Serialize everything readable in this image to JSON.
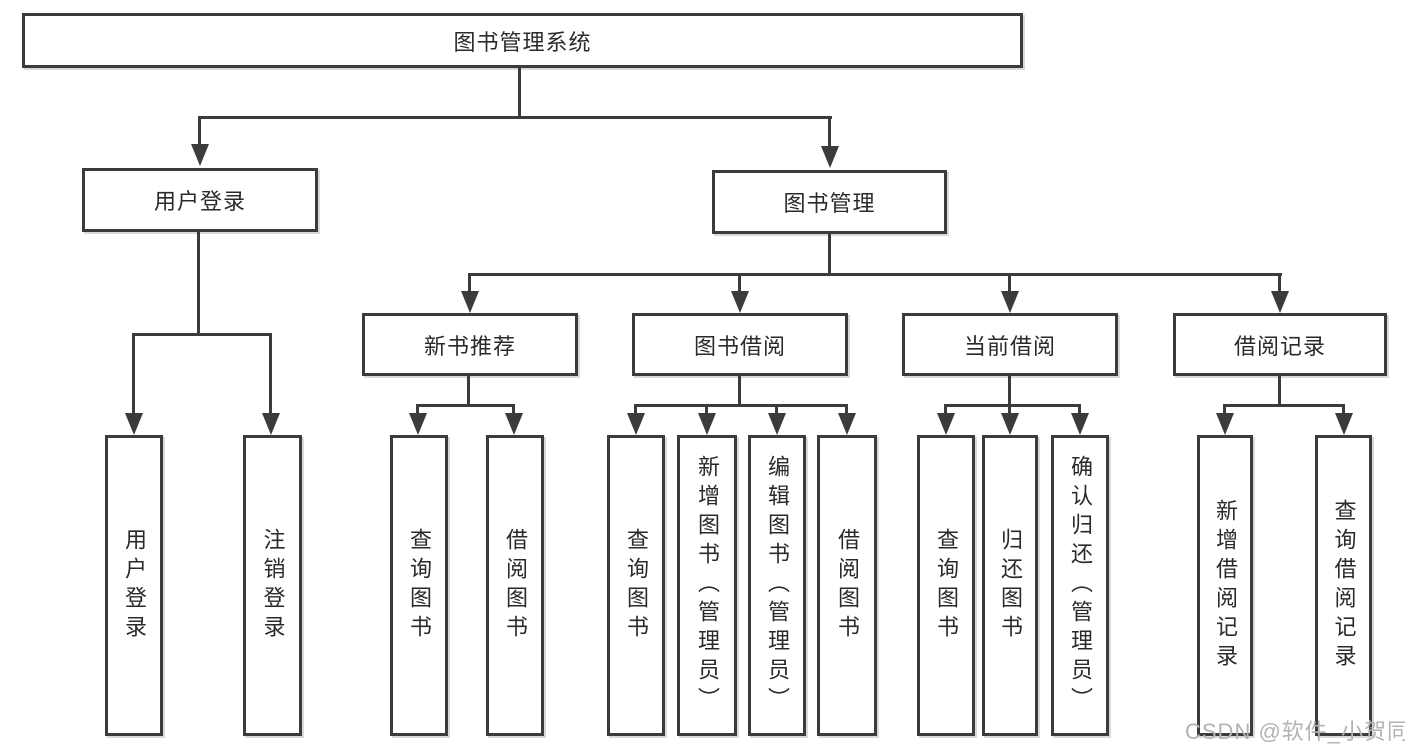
{
  "diagram": {
    "root": {
      "label": "图书管理系统"
    },
    "login": {
      "label": "用户登录",
      "children": [
        {
          "label": "用户登录"
        },
        {
          "label": "注销登录"
        }
      ]
    },
    "management": {
      "label": "图书管理",
      "sections": [
        {
          "label": "新书推荐",
          "children": [
            {
              "label": "查询图书"
            },
            {
              "label": "借阅图书"
            }
          ]
        },
        {
          "label": "图书借阅",
          "children": [
            {
              "label": "查询图书"
            },
            {
              "label": "新增图书（管理员）"
            },
            {
              "label": "编辑图书（管理员）"
            },
            {
              "label": "借阅图书"
            }
          ]
        },
        {
          "label": "当前借阅",
          "children": [
            {
              "label": "查询图书"
            },
            {
              "label": "归还图书"
            },
            {
              "label": "确认归还（管理员）"
            }
          ]
        },
        {
          "label": "借阅记录",
          "children": [
            {
              "label": "新增借阅记录"
            },
            {
              "label": "查询借阅记录"
            }
          ]
        }
      ]
    }
  },
  "watermark": {
    "text": "CSDN @软件_小贺同学"
  },
  "colors": {
    "line": "#3b3b3b",
    "text": "#2a2a2a",
    "watermark": "#b3b3b3",
    "background": "#ffffff"
  }
}
